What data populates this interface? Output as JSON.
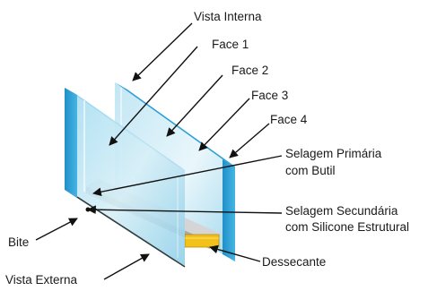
{
  "labels": {
    "vista_interna": "Vista Interna",
    "face_1": "Face 1",
    "face_2": "Face 2",
    "face_3": "Face 3",
    "face_4": "Face 4",
    "selagem_primaria_l1": "Selagem Primária",
    "selagem_primaria_l2": "com Butil",
    "selagem_secundaria_l1": "Selagem Secundária",
    "selagem_secundaria_l2": "com Silicone Estrutural",
    "bite": "Bite",
    "dessecante": "Dessecante",
    "vista_externa": "Vista Externa"
  },
  "colors": {
    "glass_front": "#8fd3ec",
    "glass_edge": "#2a9fd6",
    "glass_pane_inner": "#cfe9f2",
    "spacer": "#c7c7c7",
    "desiccant": "#f2c21a",
    "arrow": "#111111",
    "text": "#1a1a1a"
  }
}
